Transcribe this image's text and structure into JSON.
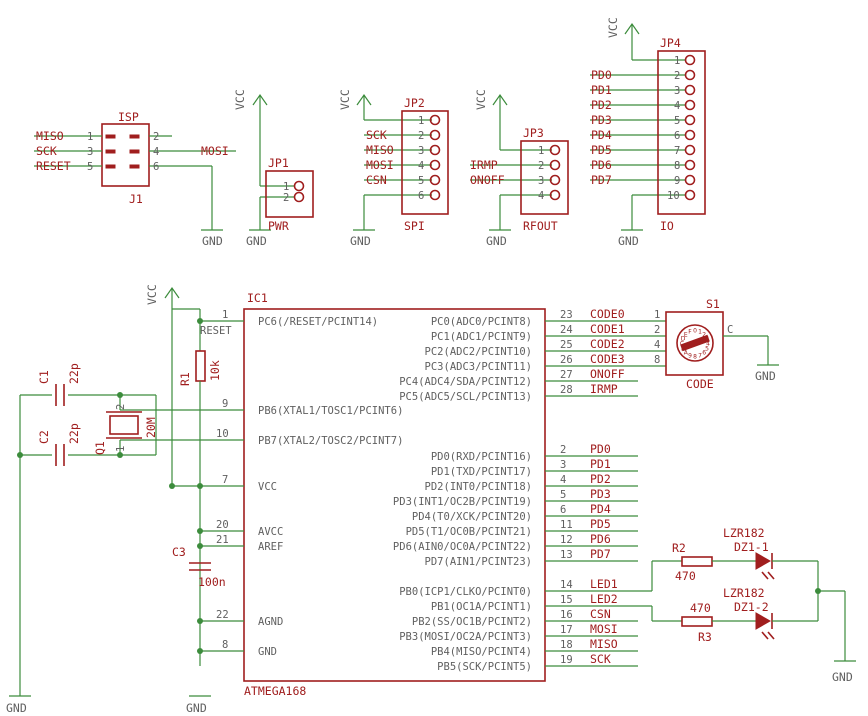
{
  "isp": {
    "name": "ISP",
    "part": "J1",
    "signals": [
      "MISO",
      "SCK",
      "RESET",
      "MOSI"
    ],
    "pins": [
      "1",
      "3",
      "5",
      "2",
      "4",
      "6"
    ],
    "gnd": "GND"
  },
  "jp1": {
    "name": "JP1",
    "label": "PWR",
    "vcc": "VCC",
    "gnd": "GND",
    "pins": [
      "1",
      "2"
    ]
  },
  "jp2": {
    "name": "JP2",
    "label": "SPI",
    "vcc": "VCC",
    "gnd": "GND",
    "signals": [
      "SCK",
      "MISO",
      "MOSI",
      "CSN"
    ],
    "pins": [
      "1",
      "2",
      "3",
      "4",
      "5",
      "6"
    ]
  },
  "jp3": {
    "name": "JP3",
    "label": "RFOUT",
    "vcc": "VCC",
    "gnd": "GND",
    "signals": [
      "IRMP",
      "ONOFF"
    ],
    "pins": [
      "1",
      "2",
      "3",
      "4"
    ]
  },
  "jp4": {
    "name": "JP4",
    "label": "IO",
    "vcc": "VCC",
    "gnd": "GND",
    "signals": [
      "PD0",
      "PD1",
      "PD2",
      "PD3",
      "PD4",
      "PD5",
      "PD6",
      "PD7"
    ],
    "pins": [
      "1",
      "2",
      "3",
      "4",
      "5",
      "6",
      "7",
      "8",
      "9",
      "10"
    ]
  },
  "ic1": {
    "name": "IC1",
    "part": "ATMEGA168",
    "left_pins": [
      {
        "num": "1",
        "label": "PC6(/RESET/PCINT14)",
        "extra": "RESET"
      },
      {
        "num": "9",
        "label": "PB6(XTAL1/TOSC1/PCINT6)"
      },
      {
        "num": "10",
        "label": "PB7(XTAL2/TOSC2/PCINT7)"
      },
      {
        "num": "7",
        "label": "VCC"
      },
      {
        "num": "20",
        "label": "AVCC"
      },
      {
        "num": "21",
        "label": "AREF"
      },
      {
        "num": "22",
        "label": "AGND"
      },
      {
        "num": "8",
        "label": "GND"
      }
    ],
    "right_pins": [
      {
        "num": "23",
        "label": "PC0(ADC0/PCINT8)",
        "net": "CODE0"
      },
      {
        "num": "24",
        "label": "PC1(ADC1/PCINT9)",
        "net": "CODE1"
      },
      {
        "num": "25",
        "label": "PC2(ADC2/PCINT10)",
        "net": "CODE2"
      },
      {
        "num": "26",
        "label": "PC3(ADC3/PCINT11)",
        "net": "CODE3"
      },
      {
        "num": "27",
        "label": "PC4(ADC4/SDA/PCINT12)",
        "net": "ONOFF"
      },
      {
        "num": "28",
        "label": "PC5(ADC5/SCL/PCINT13)",
        "net": "IRMP"
      },
      {
        "num": "2",
        "label": "PD0(RXD/PCINT16)",
        "net": "PD0"
      },
      {
        "num": "3",
        "label": "PD1(TXD/PCINT17)",
        "net": "PD1"
      },
      {
        "num": "4",
        "label": "PD2(INT0/PCINT18)",
        "net": "PD2"
      },
      {
        "num": "5",
        "label": "PD3(INT1/OC2B/PCINT19)",
        "net": "PD3"
      },
      {
        "num": "6",
        "label": "PD4(T0/XCK/PCINT20)",
        "net": "PD4"
      },
      {
        "num": "11",
        "label": "PD5(T1/OC0B/PCINT21)",
        "net": "PD5"
      },
      {
        "num": "12",
        "label": "PD6(AIN0/OC0A/PCINT22)",
        "net": "PD6"
      },
      {
        "num": "13",
        "label": "PD7(AIN1/PCINT23)",
        "net": "PD7"
      },
      {
        "num": "14",
        "label": "PB0(ICP1/CLKO/PCINT0)",
        "net": "LED1"
      },
      {
        "num": "15",
        "label": "PB1(OC1A/PCINT1)",
        "net": "LED2"
      },
      {
        "num": "16",
        "label": "PB2(SS/OC1B/PCINT2)",
        "net": "CSN"
      },
      {
        "num": "17",
        "label": "PB3(MOSI/OC2A/PCINT3)",
        "net": "MOSI"
      },
      {
        "num": "18",
        "label": "PB4(MISO/PCINT4)",
        "net": "MISO"
      },
      {
        "num": "19",
        "label": "PB5(SCK/PCINT5)",
        "net": "SCK"
      }
    ]
  },
  "s1": {
    "name": "S1",
    "label": "CODE",
    "pins": [
      "1",
      "2",
      "4",
      "8"
    ],
    "common": "C",
    "dial": [
      "0",
      "1",
      "2",
      "3",
      "4",
      "5",
      "6",
      "7",
      "8",
      "9",
      "A",
      "B",
      "C",
      "D",
      "E",
      "F"
    ],
    "gnd": "GND"
  },
  "r1": {
    "name": "R1",
    "value": "10k"
  },
  "c1": {
    "name": "C1",
    "value": "22p"
  },
  "c2": {
    "name": "C2",
    "value": "22p"
  },
  "q1": {
    "name": "Q1",
    "value": "20M",
    "pins": [
      "2",
      "1"
    ]
  },
  "c3": {
    "name": "C3",
    "value": "100n"
  },
  "r2": {
    "name": "R2",
    "value": "470"
  },
  "r3": {
    "name": "R3",
    "value": "470"
  },
  "dz1_1": {
    "part": "LZR182",
    "name": "DZ1-1"
  },
  "dz1_2": {
    "part": "LZR182",
    "name": "DZ1-2"
  },
  "vcc_label": "VCC",
  "gnd_label": "GND"
}
